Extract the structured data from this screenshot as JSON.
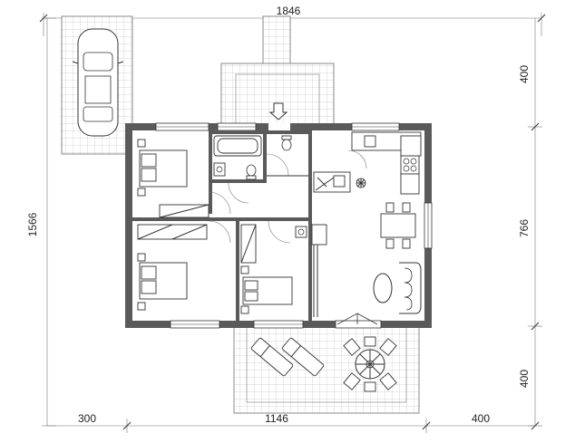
{
  "dimensions": {
    "top_total": "1846",
    "left_total": "1566",
    "right_top": "400",
    "right_middle": "766",
    "right_bottom": "400",
    "bottom_left": "300",
    "bottom_middle": "1146",
    "bottom_right": "400"
  },
  "icons": {
    "entrance_arrow": "down-arrow-icon",
    "car": "car-icon",
    "stove": "stove-icon",
    "fan": "fan-icon"
  },
  "colors": {
    "wall": "#5a5a5a",
    "line": "#333333",
    "paving": "#9a9a9a",
    "background": "#ffffff"
  }
}
